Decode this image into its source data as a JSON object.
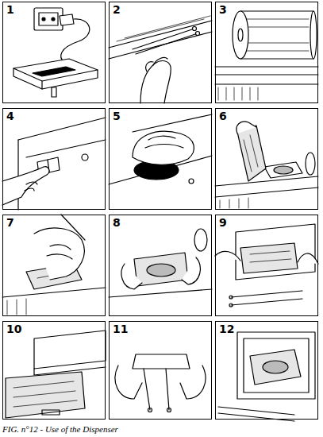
{
  "diagram": {
    "caption": "FIG. n°12 - Use of the Dispenser",
    "nodes": [
      {
        "text": [
          "1"
        ]
      },
      {
        "text": [
          "2"
        ]
      },
      {
        "text": [
          "3"
        ]
      },
      {
        "text": [
          "4"
        ]
      },
      {
        "text": [
          "5"
        ]
      },
      {
        "text": [
          "6"
        ]
      },
      {
        "text": [
          "7"
        ]
      },
      {
        "text": [
          "8"
        ]
      },
      {
        "text": [
          "9"
        ]
      },
      {
        "text": [
          "10"
        ]
      },
      {
        "text": [
          "11"
        ]
      },
      {
        "text": [
          "12"
        ]
      }
    ]
  }
}
